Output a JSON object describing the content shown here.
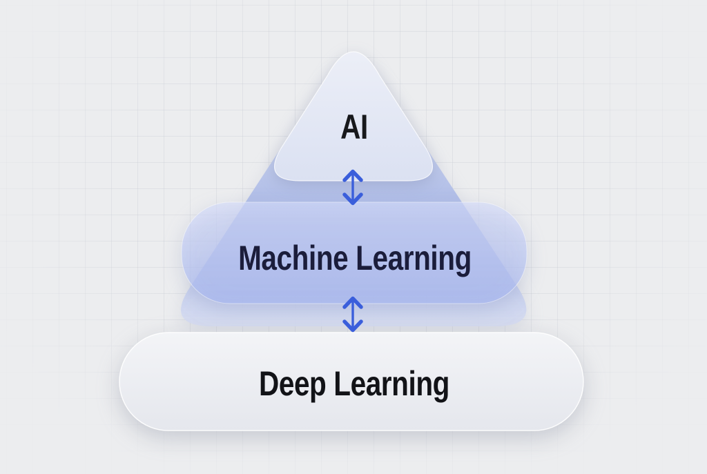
{
  "diagram": {
    "type": "pyramid-hierarchy",
    "nodes": [
      {
        "id": "ai",
        "label": "AI",
        "level": 1
      },
      {
        "id": "machine-learning",
        "label": "Machine Learning",
        "level": 2
      },
      {
        "id": "deep-learning",
        "label": "Deep Learning",
        "level": 3
      }
    ],
    "connectors": [
      {
        "from": "ai",
        "to": "machine-learning",
        "type": "bidirectional-vertical-arrow"
      },
      {
        "from": "machine-learning",
        "to": "deep-learning",
        "type": "bidirectional-vertical-arrow"
      }
    ],
    "colors": {
      "background": "#ECEDEF",
      "arrow_blue": "#3A5EDB",
      "triangle_periwinkle": "#B2BFE8",
      "band_periwinkle": "#B7C4F0",
      "pill_white": "#EEF0F4",
      "ai_text": "#17181B",
      "ml_text": "#1B1D3B",
      "dl_text": "#121317"
    }
  }
}
